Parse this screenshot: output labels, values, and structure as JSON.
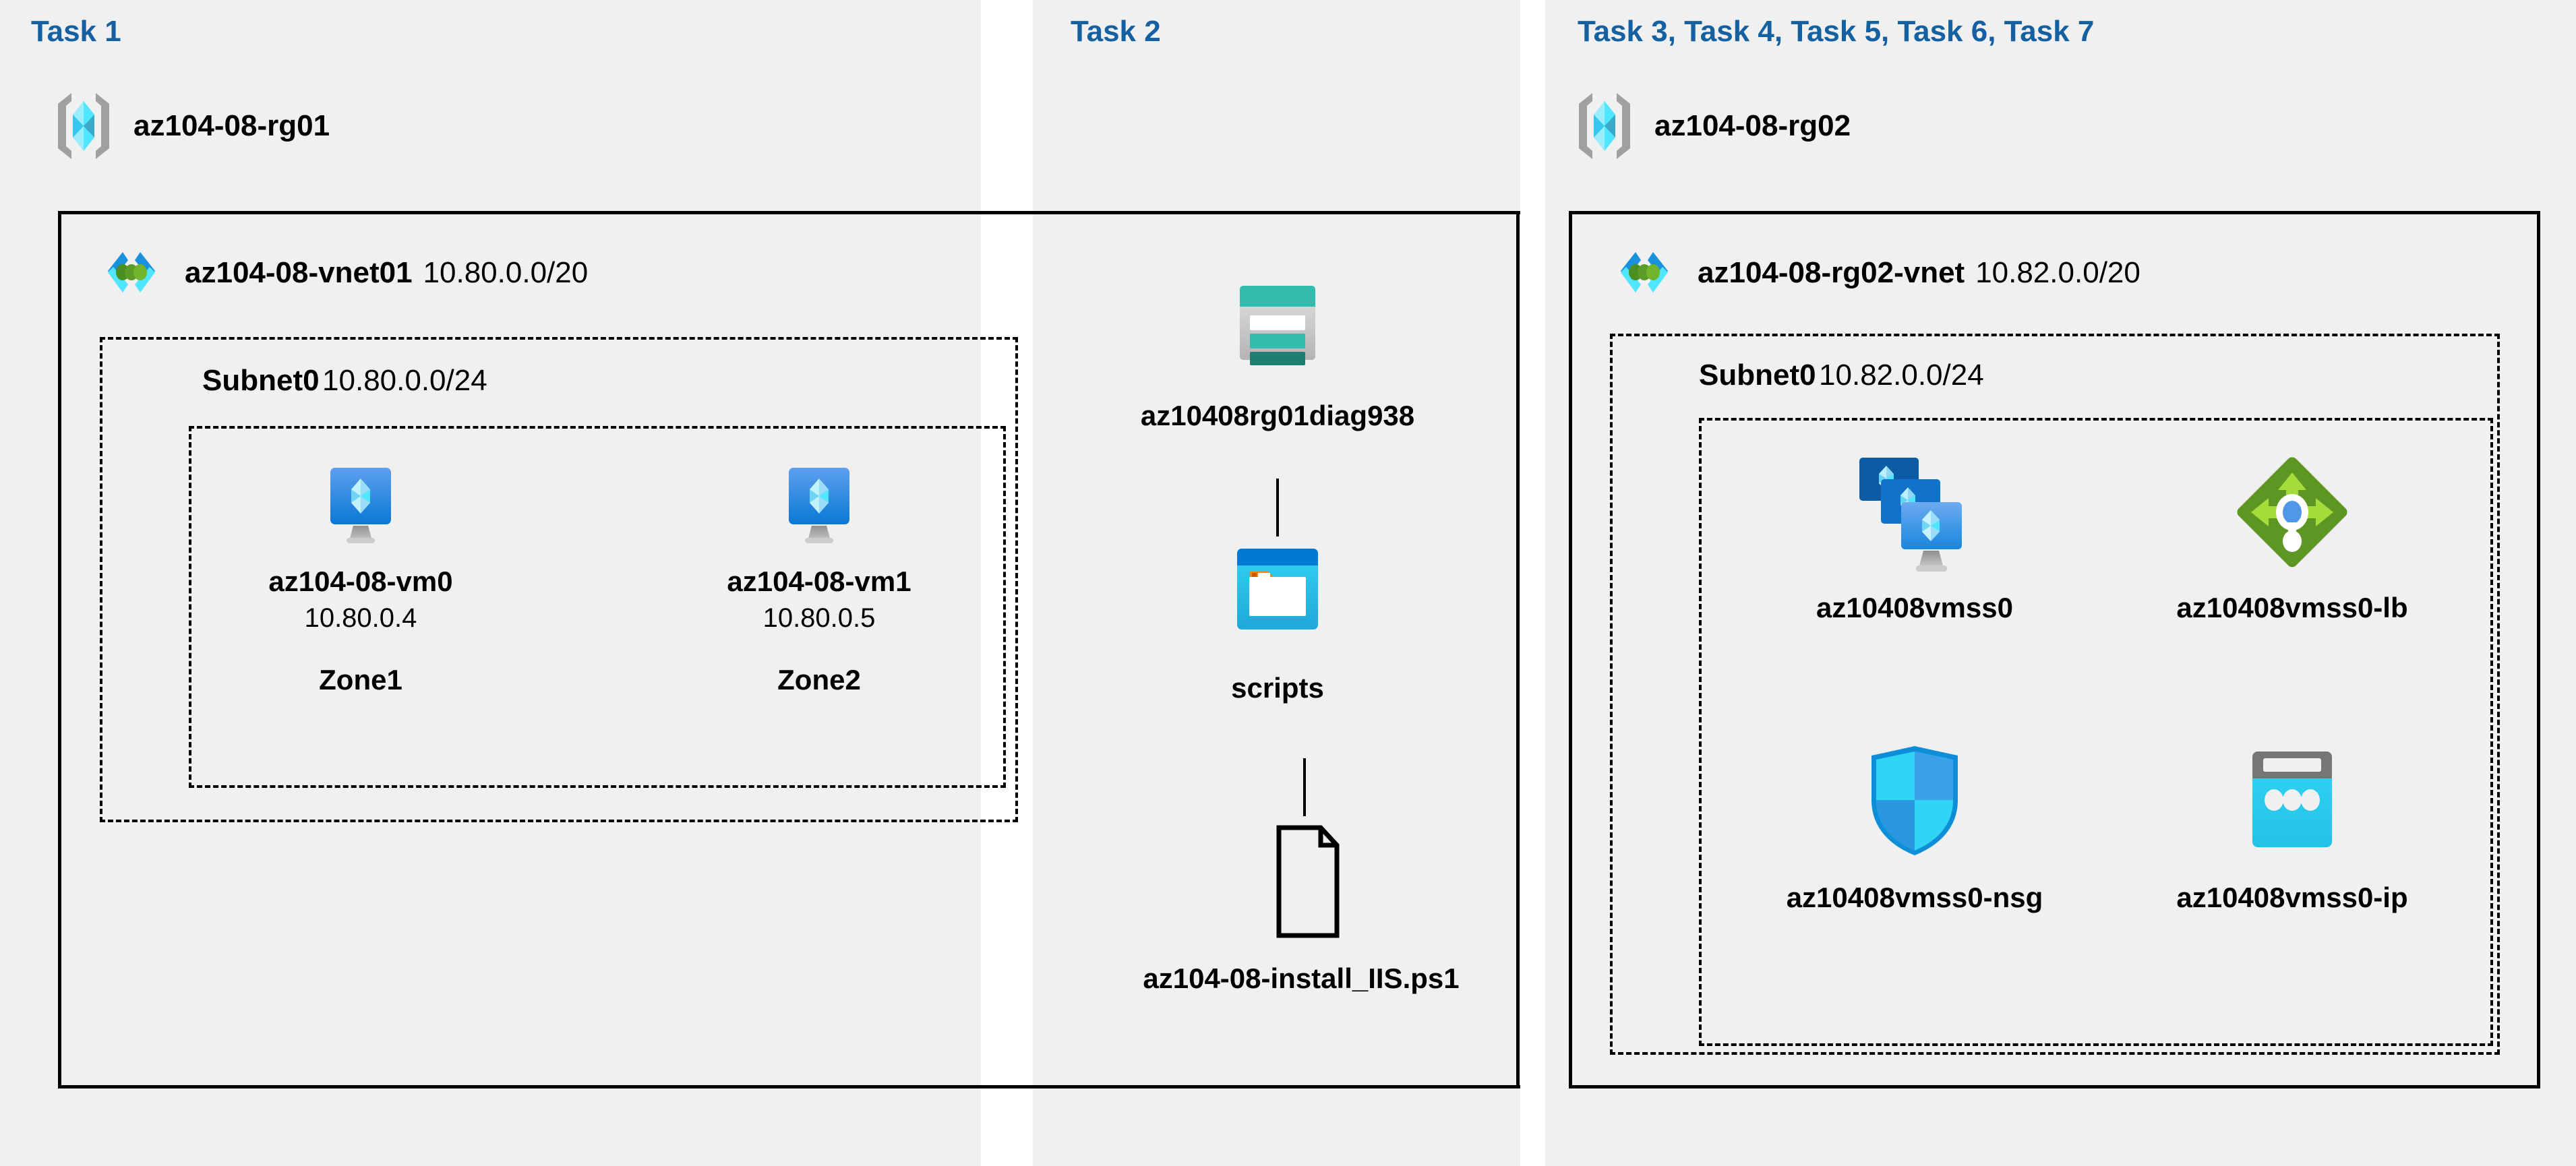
{
  "panels": {
    "left": {
      "task_label": "Task 1"
    },
    "middle": {
      "task_label": "Task 2"
    },
    "right": {
      "task_label": "Task 3, Task 4, Task 5, Task 6, Task 7"
    }
  },
  "left_panel": {
    "resource_group": {
      "name": "az104-08-rg01",
      "icon": "resource-group-icon"
    },
    "vnet": {
      "name": "az104-08-vnet01",
      "cidr": "10.80.0.0/20",
      "icon": "virtual-network-icon"
    },
    "subnet": {
      "name": "Subnet0",
      "cidr": "10.80.0.0/24"
    },
    "vms": [
      {
        "name": "az104-08-vm0",
        "ip": "10.80.0.4",
        "zone": "Zone1",
        "icon": "virtual-machine-icon"
      },
      {
        "name": "az104-08-vm1",
        "ip": "10.80.0.5",
        "zone": "Zone2",
        "icon": "virtual-machine-icon"
      }
    ]
  },
  "middle_panel": {
    "storage_account": {
      "name": "az10408rg01diag938",
      "icon": "storage-account-icon"
    },
    "container": {
      "name": "scripts",
      "icon": "blob-container-icon"
    },
    "file": {
      "name": "az104-08-install_IIS.ps1",
      "icon": "file-icon"
    }
  },
  "right_panel": {
    "resource_group": {
      "name": "az104-08-rg02",
      "icon": "resource-group-icon"
    },
    "vnet": {
      "name": "az104-08-rg02-vnet",
      "cidr": "10.82.0.0/20",
      "icon": "virtual-network-icon"
    },
    "subnet": {
      "name": "Subnet0",
      "cidr": "10.82.0.0/24"
    },
    "resources": [
      {
        "name": "az10408vmss0",
        "icon": "vm-scale-set-icon"
      },
      {
        "name": "az10408vmss0-lb",
        "icon": "load-balancer-icon"
      },
      {
        "name": "az10408vmss0-nsg",
        "icon": "network-security-group-icon"
      },
      {
        "name": "az10408vmss0-ip",
        "icon": "public-ip-address-icon"
      }
    ]
  },
  "colors": {
    "task_label": "#1560a0",
    "panel_bg": "#f0f0f0",
    "page_bg": "#ffffff",
    "border": "#000000",
    "azure_blue": "#0078d4",
    "azure_cyan": "#50e6ff",
    "lb_green": "#5e9624",
    "storage_teal": "#32bcad"
  }
}
